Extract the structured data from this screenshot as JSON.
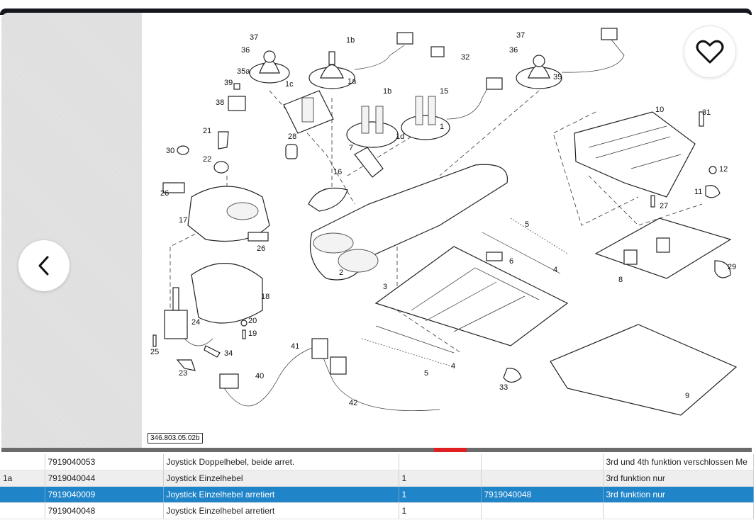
{
  "diagram": {
    "drawing_id": "346.803.05.02b",
    "callouts": [
      "37",
      "36",
      "35a",
      "1b",
      "1a",
      "32",
      "39",
      "38",
      "1c",
      "1b",
      "15",
      "37",
      "36",
      "35",
      "10",
      "31",
      "21",
      "30",
      "22",
      "28",
      "1d",
      "1",
      "7",
      "16",
      "12",
      "26",
      "11",
      "27",
      "17",
      "5",
      "26",
      "6",
      "4",
      "2",
      "29",
      "8",
      "3",
      "18",
      "24",
      "20",
      "19",
      "25",
      "34",
      "41",
      "23",
      "40",
      "5",
      "4",
      "33",
      "9",
      "42"
    ]
  },
  "buttons": {
    "favorite_icon": "heart-icon",
    "previous_icon": "chevron-left-icon"
  },
  "table": {
    "rows": [
      {
        "pos": "",
        "number": "7919040053",
        "description": "Joystick Doppelhebel, beide arret.",
        "qty": "",
        "alt_number": "",
        "note": "3rd und 4th funktion verschlossen Me"
      },
      {
        "pos": "1a",
        "number": "7919040044",
        "description": "Joystick Einzelhebel",
        "qty": "1",
        "alt_number": "",
        "note": "3rd funktion nur"
      },
      {
        "pos": "",
        "number": "7919040009",
        "description": "Joystick Einzelhebel arretiert",
        "qty": "1",
        "alt_number": "7919040048",
        "note": "3rd funktion nur"
      },
      {
        "pos": "",
        "number": "7919040048",
        "description": "Joystick Einzelhebel arretiert",
        "qty": "1",
        "alt_number": "",
        "note": ""
      }
    ]
  },
  "colors": {
    "selected_row": "#1f84c8",
    "scroll_indicator": "#e02020",
    "top_bar": "#15171d"
  }
}
